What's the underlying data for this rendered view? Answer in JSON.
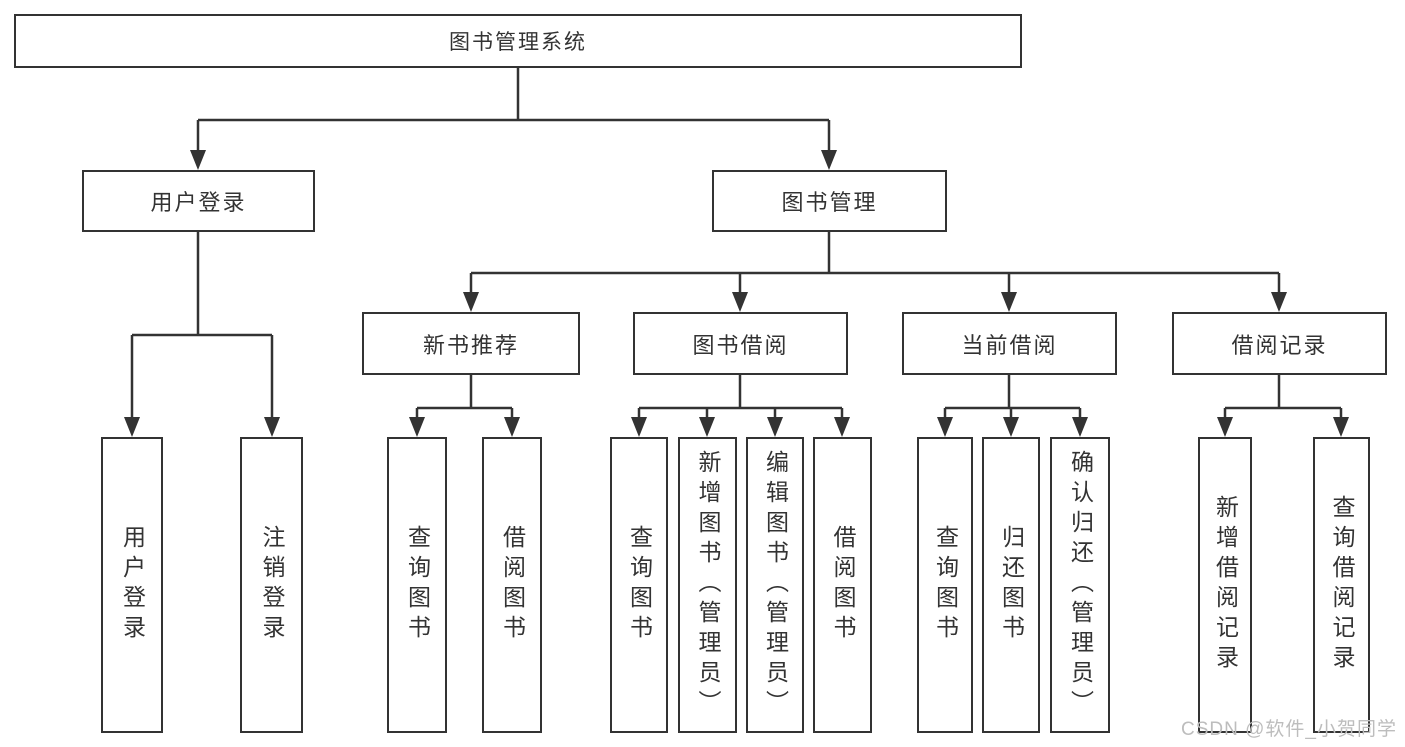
{
  "diagram": {
    "root": {
      "label": "图书管理系统"
    },
    "branches": {
      "user_login": {
        "label": "用户登录",
        "children": [
          "用户登录",
          "注销登录"
        ]
      },
      "book_mgmt": {
        "label": "图书管理",
        "sections": {
          "new_book": {
            "label": "新书推荐",
            "children": [
              "查询图书",
              "借阅图书"
            ]
          },
          "borrowing": {
            "label": "图书借阅",
            "children": [
              "查询图书",
              "新增图书（管理员）",
              "编辑图书（管理员）",
              "借阅图书"
            ]
          },
          "current": {
            "label": "当前借阅",
            "children": [
              "查询图书",
              "归还图书",
              "确认归还（管理员）"
            ]
          },
          "records": {
            "label": "借阅记录",
            "children": [
              "新增借阅记录",
              "查询借阅记录"
            ]
          }
        }
      }
    }
  },
  "watermark": {
    "text": "CSDN @软件_小贺同学"
  },
  "colors": {
    "line": "#333333",
    "border": "#333333",
    "text": "#333333",
    "watermark": "#bdbdbd",
    "background": "#ffffff"
  }
}
